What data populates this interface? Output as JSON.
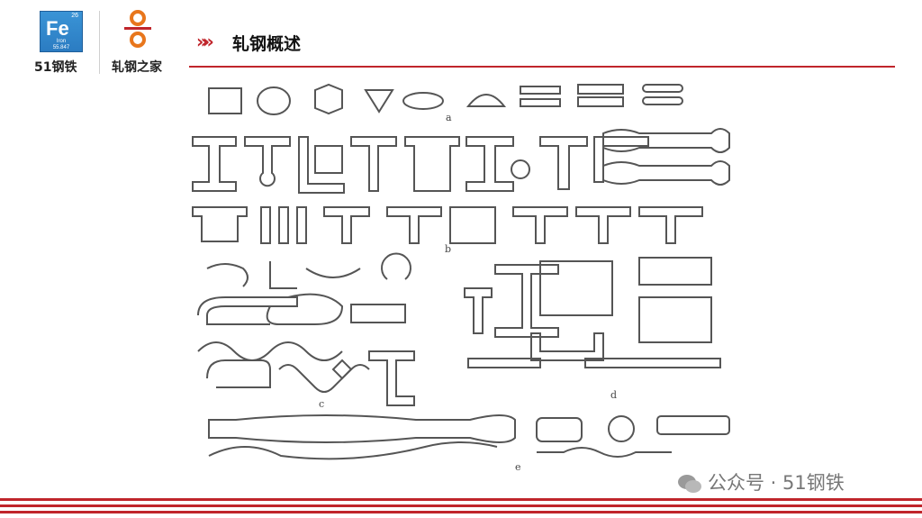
{
  "header": {
    "element_logo": {
      "number": "26",
      "symbol": "Fe",
      "name": "Iron",
      "mass": "55.847"
    },
    "brand_left": "51钢铁",
    "brand_right": "轧钢之家",
    "title": "轧钢概述",
    "accent_color": "#c0252b"
  },
  "figure": {
    "labels": [
      "a",
      "b",
      "c",
      "d",
      "e"
    ]
  },
  "watermark": {
    "icon": "wechat-icon",
    "text": "公众号 · 51钢铁"
  }
}
